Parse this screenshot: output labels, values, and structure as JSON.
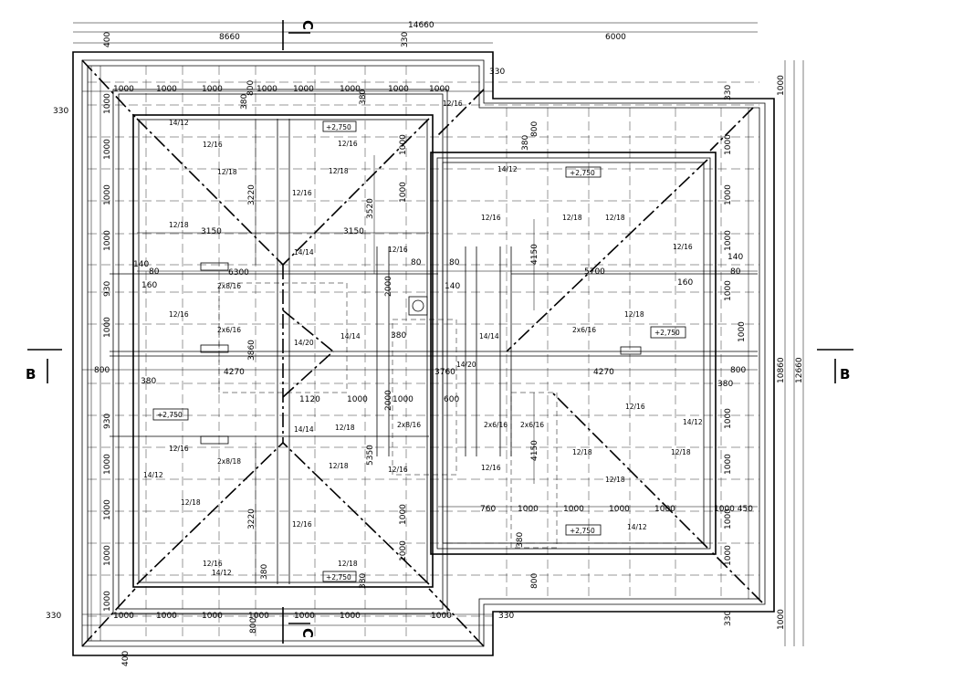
{
  "overall": {
    "w_total": "14660",
    "w_left": "8660",
    "w_right": "6000",
    "h_total": "12660",
    "h_inner": "10860"
  },
  "sections": {
    "c_top": "C",
    "c_bottom": "C",
    "b_left": "B",
    "b_right": "B"
  },
  "elevations": [
    "+2,750",
    "+2,750",
    "+2,750",
    "+2,750",
    "+2,750",
    "+2,750"
  ],
  "dims": {
    "d330": "330",
    "d400": "400",
    "d1000": "1000",
    "d800": "800",
    "d380": "380",
    "d3220": "3220",
    "d3150": "3150",
    "d3520": "3520",
    "d4150": "4150",
    "d5700": "5700",
    "d6300": "6300",
    "d140": "140",
    "d80": "80",
    "d160": "160",
    "d930": "930",
    "d4270": "4270",
    "d3760": "3760",
    "d3860": "3860",
    "d1120": "1120",
    "d760": "760",
    "d1000_450": "1000 450",
    "d2000": "2000",
    "d5350": "5350",
    "d600": "600"
  },
  "rebar": {
    "r14_12": "14/12",
    "r12_16": "12/16",
    "r12_18": "12/18",
    "r14_14": "14/14",
    "r14_20": "14/20",
    "r2x8_16": "2x8/16",
    "r2x6_16": "2x6/16",
    "r2x8_18": "2x8/18"
  }
}
